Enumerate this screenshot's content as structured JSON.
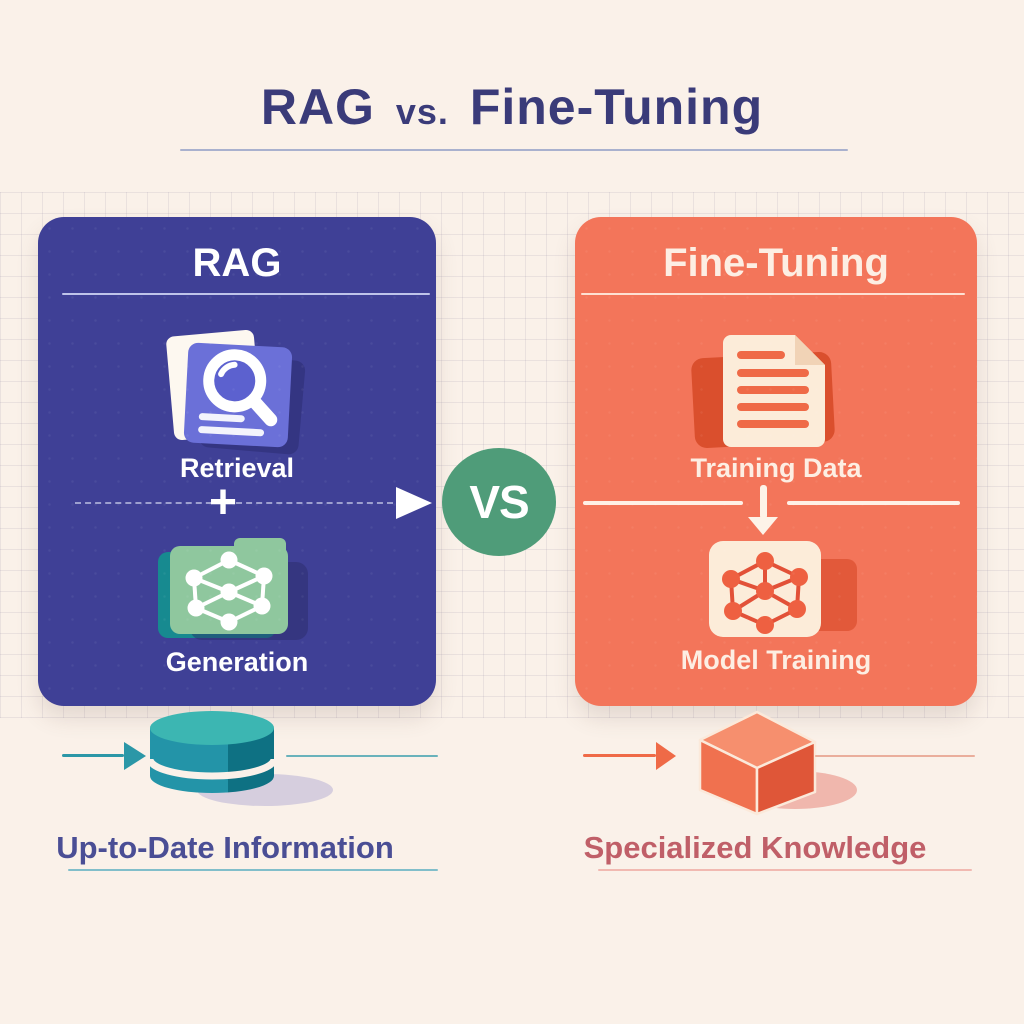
{
  "title": {
    "full": "RAG vs. Fine-Tuning",
    "part_rag": "RAG",
    "part_vs": "vs.",
    "part_ft": "Fine-Tuning"
  },
  "vs_badge": "VS",
  "left_card": {
    "title": "RAG",
    "retrieval_label": "Retrieval",
    "plus": "+",
    "generation_label": "Generation",
    "outcome_label": "Up-to-Date Information"
  },
  "right_card": {
    "title": "Fine-Tuning",
    "training_data_label": "Training Data",
    "model_training_label": "Model Training",
    "outcome_label": "Specialized Knowledge"
  },
  "icons": {
    "left_item1": "document-search-icon",
    "left_item2": "network-folder-icon",
    "left_connector": "dashed-arrow-right-icon",
    "right_item1": "training-document-icon",
    "right_item2": "model-network-icon",
    "right_connector": "arrow-down-icon",
    "center": "vs-badge",
    "left_outcome": "database-cylinder-icon",
    "right_outcome": "cube-icon"
  },
  "colors": {
    "background": "#faf1e9",
    "left_card": "#3f4096",
    "right_card": "#f3755a",
    "vs_circle": "#4f9c79",
    "title_text": "#3a3b79",
    "left_outcome_text": "#4a4e95",
    "right_outcome_text": "#c05f68",
    "teal_accent": "#2b97a7",
    "orange_accent": "#ef6a47",
    "doc_periwinkle": "#6b70d8",
    "folder_green": "#8fc79e",
    "cream_panel": "#fcecd9"
  }
}
